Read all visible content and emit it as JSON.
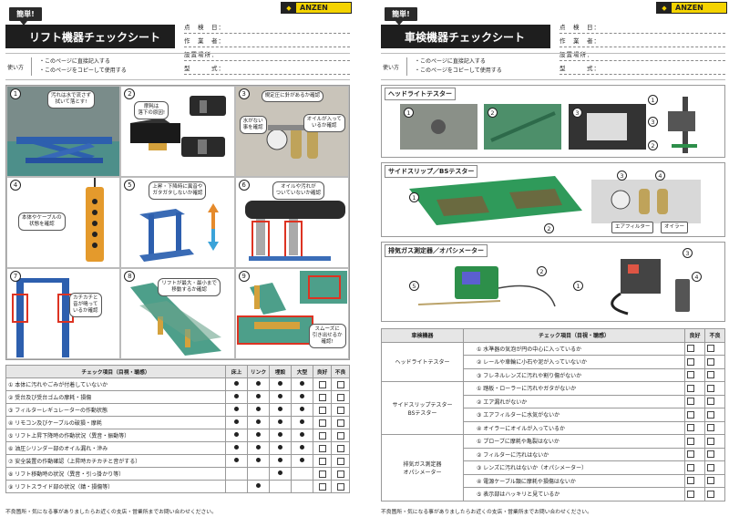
{
  "logo_text": "ANZEN",
  "badge": "簡単!",
  "left": {
    "title": "リフト機器チェックシート",
    "meta": [
      "点　検　日：",
      "作　業　者：",
      "設置場所：",
      "型　　　式："
    ],
    "usage_label": "使い方",
    "usage_lines": [
      "・このページに直接記入する",
      "・このページをコピーして使用する"
    ],
    "cells": [
      {
        "num": "1",
        "bubble": "汚れは水で流さず\n拭いて落とす!"
      },
      {
        "num": "2",
        "bubble": "摩耗は\n落下の原因!"
      },
      {
        "num": "3",
        "bubble1": "規定圧に針があるか確認",
        "bubble2": "水がない\n事を確認",
        "bubble3": "オイルが入って\nいるか確認"
      },
      {
        "num": "4",
        "bubble": "本体やケーブルの\n状態を確認"
      },
      {
        "num": "5",
        "bubble": "上昇・下降時に異音や\nガタガタしないか確認"
      },
      {
        "num": "6",
        "bubble": "オイルや汚れが\nついていないか確認"
      },
      {
        "num": "7",
        "bubble": "カチカチと\n音が鳴って\nいるか確認"
      },
      {
        "num": "8",
        "bubble": "リフトが最大・最小まで\n移動するか確認"
      },
      {
        "num": "9",
        "bubble": "スムーズに\n引き出せるか\n確認!"
      }
    ],
    "table_headers": [
      "チェック項目（目視・聴感）",
      "床上",
      "リンク",
      "埋設",
      "大型",
      "良好",
      "不良"
    ],
    "rows": [
      {
        "text": "①  本体に汚れやごみが付着していないか",
        "marks": [
          true,
          true,
          true,
          true
        ]
      },
      {
        "text": "②  受台及び受台ゴムの摩耗・損傷",
        "marks": [
          true,
          true,
          true,
          true
        ]
      },
      {
        "text": "③  フィルターレギュレーターの作動状態",
        "marks": [
          true,
          true,
          true,
          true
        ]
      },
      {
        "text": "④  リモコン及びケーブルの破損・摩耗",
        "marks": [
          true,
          true,
          true,
          true
        ]
      },
      {
        "text": "⑤  リフト上昇下降時の作動状況（異音・振動等）",
        "marks": [
          true,
          true,
          true,
          true
        ]
      },
      {
        "text": "⑥  油圧シリンダー部のオイル漏れ・滲み",
        "marks": [
          true,
          true,
          true,
          true
        ]
      },
      {
        "text": "⑦  安全装置の作動確認（上昇時カチカチと音がする）",
        "marks": [
          true,
          true,
          true,
          true
        ]
      },
      {
        "text": "⑧  リフト移動時の状況（異音・引っ掛かり等）",
        "marks": [
          false,
          false,
          true,
          false
        ]
      },
      {
        "text": "⑨  リフトスライド部の状況（錆・損傷等）",
        "marks": [
          false,
          true,
          false,
          false
        ]
      }
    ],
    "footer": "不良箇所・気になる事がありましたらお近くの支店・営業所までお問い合わせください。"
  },
  "right": {
    "title": "車検機器チェックシート",
    "meta": [
      "点　検　日：",
      "作　業　者：",
      "設置場所：",
      "型　　　式："
    ],
    "usage_label": "使い方",
    "usage_lines": [
      "・このページに直接記入する",
      "・このページをコピーして使用する"
    ],
    "sections": [
      {
        "head": "ヘッドライトテスター",
        "nums": [
          "1",
          "2",
          "3",
          "1",
          "3",
          "2"
        ]
      },
      {
        "head": "サイドスリップ／BSテスター",
        "nums": [
          "1",
          "2",
          "3",
          "4"
        ],
        "labels": [
          "エアフィルター",
          "オイラー"
        ]
      },
      {
        "head": "排気ガス測定器／オパシメーター",
        "nums": [
          "5",
          "2",
          "1",
          "3",
          "4"
        ]
      }
    ],
    "table_headers": [
      "車検機器",
      "チェック項目（目視・聴感）",
      "良好",
      "不良"
    ],
    "groups": [
      {
        "name": "ヘッドライトテスター",
        "items": [
          "①  水準器の気泡が円の中心に入っているか",
          "②  レールや車輪に小石や泥が入っていないか",
          "③  フレネルレンズに汚れや割り傷がないか"
        ]
      },
      {
        "name": "サイドスリップテスター\nBSテスター",
        "items": [
          "①  踏板・ローラーに汚れやガタがないか",
          "②  エア漏れがないか",
          "③  エアフィルターに水気がないか",
          "④  オイラーにオイルが入っているか"
        ]
      },
      {
        "name": "排気ガス測定器\nオパシメーター",
        "items": [
          "①  プローブに摩耗や亀裂はないか",
          "②  フィルターに汚れはないか",
          "③  レンズに汚れはないか（オパシメーター）",
          "④  電源ケーブル類に摩耗や損傷はないか",
          "⑤  表示部はハッキリと見ているか"
        ]
      }
    ],
    "footer": "不良箇所・気になる事がありましたらお近くの支店・営業所までお問い合わせください。"
  }
}
